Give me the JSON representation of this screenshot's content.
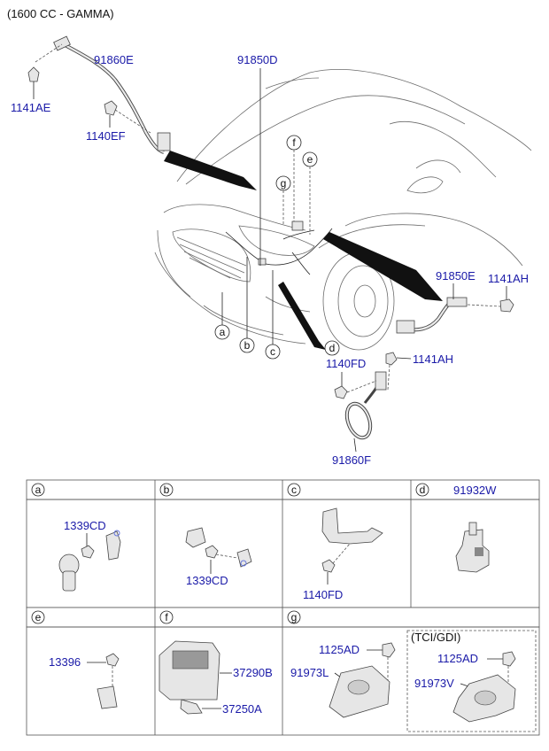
{
  "engine_title": "(1600 CC - GAMMA)",
  "callouts": {
    "p91860E_top": "91860E",
    "p1141AE": "1141AE",
    "p1140EF": "1140EF",
    "p91850D": "91850D",
    "p91850E": "91850E",
    "p1141AH_right": "1141AH",
    "p1140FD": "1140FD",
    "p1141AH_lower": "1141AH",
    "p91860F": "91860F"
  },
  "circle_letters": {
    "a": "a",
    "b": "b",
    "c": "c",
    "d": "d",
    "e": "e",
    "f": "f",
    "g": "g"
  },
  "table": {
    "row1": {
      "a": {
        "letter": "a",
        "header_part": "",
        "parts": [
          "1339CD"
        ]
      },
      "b": {
        "letter": "b",
        "header_part": "",
        "parts": [
          "1339CD"
        ]
      },
      "c": {
        "letter": "c",
        "header_part": "",
        "parts": [
          "1140FD"
        ]
      },
      "d": {
        "letter": "d",
        "header_part": "91932W",
        "parts": []
      }
    },
    "row2": {
      "e": {
        "letter": "e",
        "parts": [
          "13396"
        ]
      },
      "f": {
        "letter": "f",
        "parts": [
          "37290B",
          "37250A"
        ]
      },
      "g": {
        "letter": "g",
        "parts": [
          "1125AD",
          "91973L"
        ],
        "variant_title": "(TCI/GDI)",
        "variant_parts": [
          "1125AD",
          "91973V"
        ]
      }
    }
  },
  "colors": {
    "label": "#1a1aa8",
    "line": "#222222",
    "grid": "#555555"
  }
}
